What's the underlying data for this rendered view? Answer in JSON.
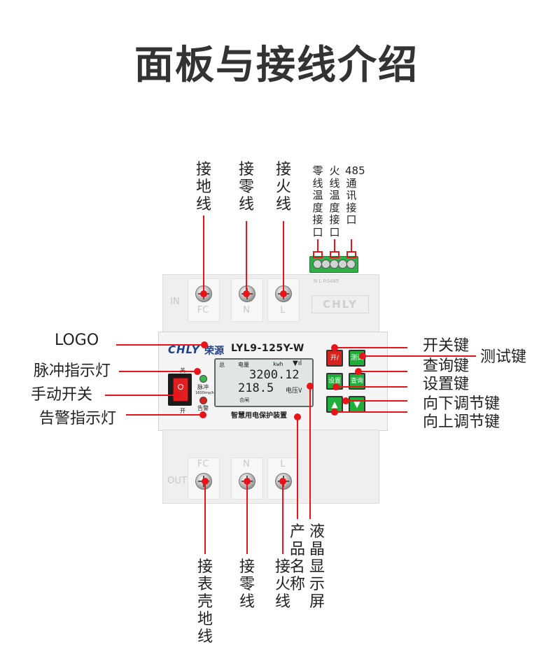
{
  "title": "面板与接线介绍",
  "top_labels": {
    "ground": "接地线",
    "neutral": "接零线",
    "live": "接火线",
    "neutral_temp": "零线温度接口",
    "live_temp": "火线温度接口",
    "rs485": "485通讯接口"
  },
  "bottom_labels": {
    "case_ground": "接表壳地线",
    "neutral": "接零线",
    "live": "接火线",
    "product_name": "产品名称",
    "lcd": "液晶显示屏"
  },
  "left_labels": {
    "logo": "LOGO",
    "pulse_lamp": "脉冲指示灯",
    "manual_switch": "手动开关",
    "alarm_lamp": "告警指示灯"
  },
  "right_labels": {
    "power_key": "开关键",
    "test_key": "测试键",
    "query_key": "查询键",
    "set_key": "设置键",
    "down_key": "向下调节键",
    "up_key": "向上调节键"
  },
  "device": {
    "top_terminal_in": "IN",
    "top_terminal_fc": "FC",
    "top_terminal_n": "N",
    "top_terminal_l": "L",
    "watermark": "CHLY",
    "connector_marks": "N L RS485",
    "brand": "CHLY",
    "brand_cn": "荣源",
    "model": "LYL9-125Y-W",
    "switch_off": "关",
    "switch_on": "开",
    "pulse_text": "脉冲",
    "pulse_rate": "1600imp/kwh",
    "alarm_text": "告警",
    "product_name": "智慧用电保护装置",
    "lcd_total": "总",
    "lcd_energy": "电量",
    "lcd_kwh": "kwh",
    "lcd_energy_value": "3200.12",
    "lcd_voltage_value": "218.5",
    "lcd_voltage_label": "电压V",
    "lcd_gate": "合闸",
    "key_power": "开/关",
    "key_test": "测试",
    "key_set": "设置",
    "key_query": "查询",
    "key_up": "▲",
    "key_down": "▼",
    "bottom_terminal_out": "OUT",
    "bottom_terminal_fc": "FC",
    "bottom_terminal_n": "N",
    "bottom_terminal_l": "L"
  },
  "colors": {
    "leader": "#e8141b",
    "key_red": "#d9231e",
    "key_green": "#1fae3a",
    "brand_blue": "#1f3f8f",
    "lamp_green": "#39b54a",
    "lamp_red": "#d9231e"
  }
}
